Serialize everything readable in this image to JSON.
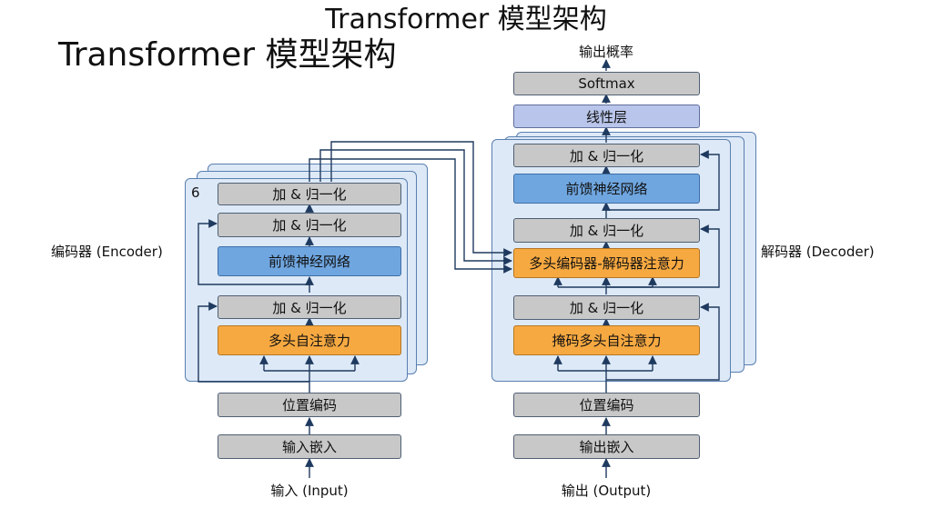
{
  "titles": {
    "top": "Transformer 模型架构",
    "main": "Transformer 模型架构"
  },
  "encoder": {
    "side_label": "编码器 (Encoder)",
    "layer_count": "6",
    "add_norm_top": "加 & 归一化",
    "add_norm_ffn": "加 & 归一化",
    "ffn": "前馈神经网络",
    "add_norm_attn": "加 & 归一化",
    "self_attention": "多头自注意力",
    "positional_encoding": "位置编码",
    "input_embedding": "输入嵌入",
    "input_label": "输入 (Input)"
  },
  "decoder": {
    "side_label": "解码器 (Decoder)",
    "output_probs": "输出概率",
    "softmax": "Softmax",
    "linear": "线性层",
    "add_norm_top": "加 & 归一化",
    "ffn": "前馈神经网络",
    "add_norm_cross": "加 & 归一化",
    "cross_attention": "多头编码器-解码器注意力",
    "add_norm_masked": "加 & 归一化",
    "masked_attention": "掩码多头自注意力",
    "positional_encoding": "位置编码",
    "output_embedding": "输出嵌入",
    "output_label": "输出 (Output)"
  },
  "colors": {
    "stack_fill": "#dde9f7",
    "gray_box": "#c8c8c8",
    "blue_box": "#6fa6e0",
    "orange_box": "#f7a941",
    "lavender_box": "#b9c5ea",
    "wire": "#1f3a5f"
  }
}
